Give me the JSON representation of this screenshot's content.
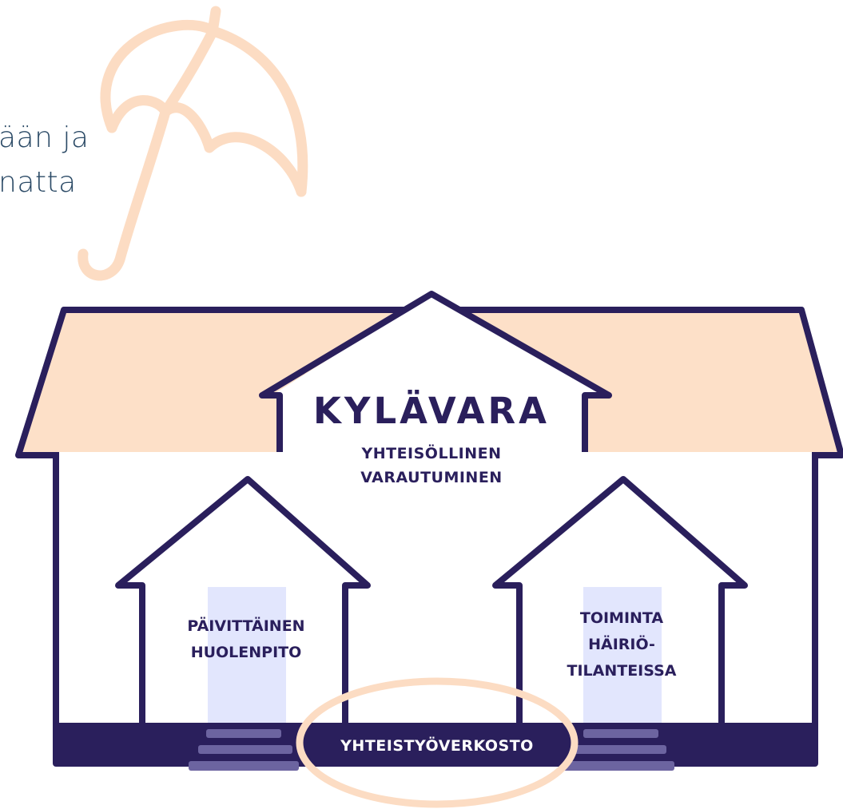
{
  "intro": {
    "line1": "ään ja",
    "line2": "natta"
  },
  "house": {
    "title": "KYLÄVARA",
    "subtitle_line1": "YHTEISÖLLINEN",
    "subtitle_line2": "VARAUTUMINEN",
    "left_wing_line1": "PÄIVITTÄINEN",
    "left_wing_line2": "HUOLENPITO",
    "right_wing_line1": "TOIMINTA",
    "right_wing_line2": "HÄIRIÖ-",
    "right_wing_line3": "TILANTEISSA",
    "foundation_label": "YHTEISTYÖVERKOSTO"
  },
  "colors": {
    "outline": "#2a1f5c",
    "roof_fill": "#fde0c8",
    "umbrella": "#fcdcc3",
    "door_fill": "#e2e6fd",
    "step_fill": "#6c64a0",
    "intro_text": "#2b4a66",
    "label_text": "#ffffff"
  },
  "icons": {
    "umbrella": "umbrella-icon",
    "highlight": "ellipse-highlight"
  }
}
